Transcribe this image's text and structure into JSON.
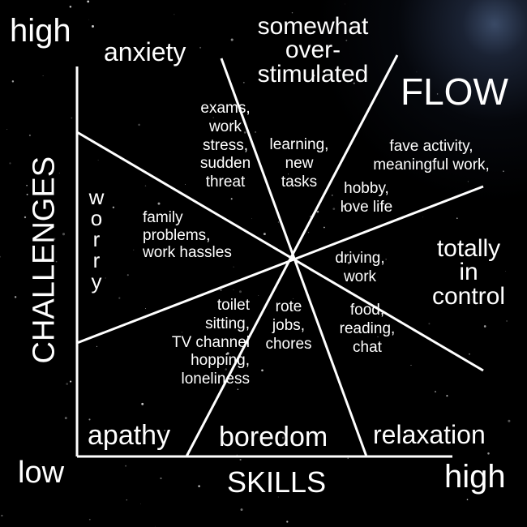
{
  "corners": {
    "top_left": "high",
    "bottom_left": "low",
    "bottom_right": "high"
  },
  "axes": {
    "y_label": "CHALLENGES",
    "x_label": "SKILLS"
  },
  "states": {
    "anxiety": "anxiety",
    "overstimulated": "somewhat\nover-\nstimulated",
    "flow": "FLOW",
    "worry_letters": [
      "w",
      "o",
      "r",
      "r",
      "y"
    ],
    "control": "totally\nin\ncontrol",
    "apathy": "apathy",
    "boredom": "boredom",
    "relaxation": "relaxation"
  },
  "examples": {
    "anxiety": "exams,\nwork\nstress,\nsudden\nthreat",
    "overstimulated": "learning,\nnew\ntasks",
    "flow_1": "fave activity,\nmeaningful work,",
    "flow_2": "hobby,\nlove life",
    "worry": "family\nproblems,\nwork hassles",
    "control": "driving,\nwork",
    "apathy": "toilet\nsitting,\nTV channel\nhopping,\nloneliness",
    "boredom": "rote\njobs,\nchores",
    "relaxation": "food,\nreading,\nchat"
  },
  "colors": {
    "background": "#000000",
    "ink": "#ffffff"
  }
}
